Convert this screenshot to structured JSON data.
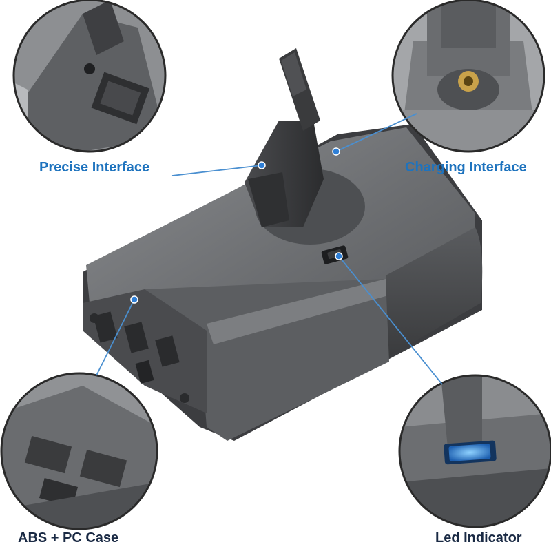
{
  "callouts": {
    "precise_interface": "Precise Interface",
    "charging_interface": "Charging Interface",
    "abs_pc_case": "ABS + PC Case",
    "led_indicator": "Led Indicator"
  },
  "colors": {
    "label_blue": "#1e73be",
    "label_dark": "#1a2a44",
    "leader_line": "#4a8fd0",
    "battery_gray": "#6b6d70",
    "circle_border": "#2a2a2a"
  }
}
